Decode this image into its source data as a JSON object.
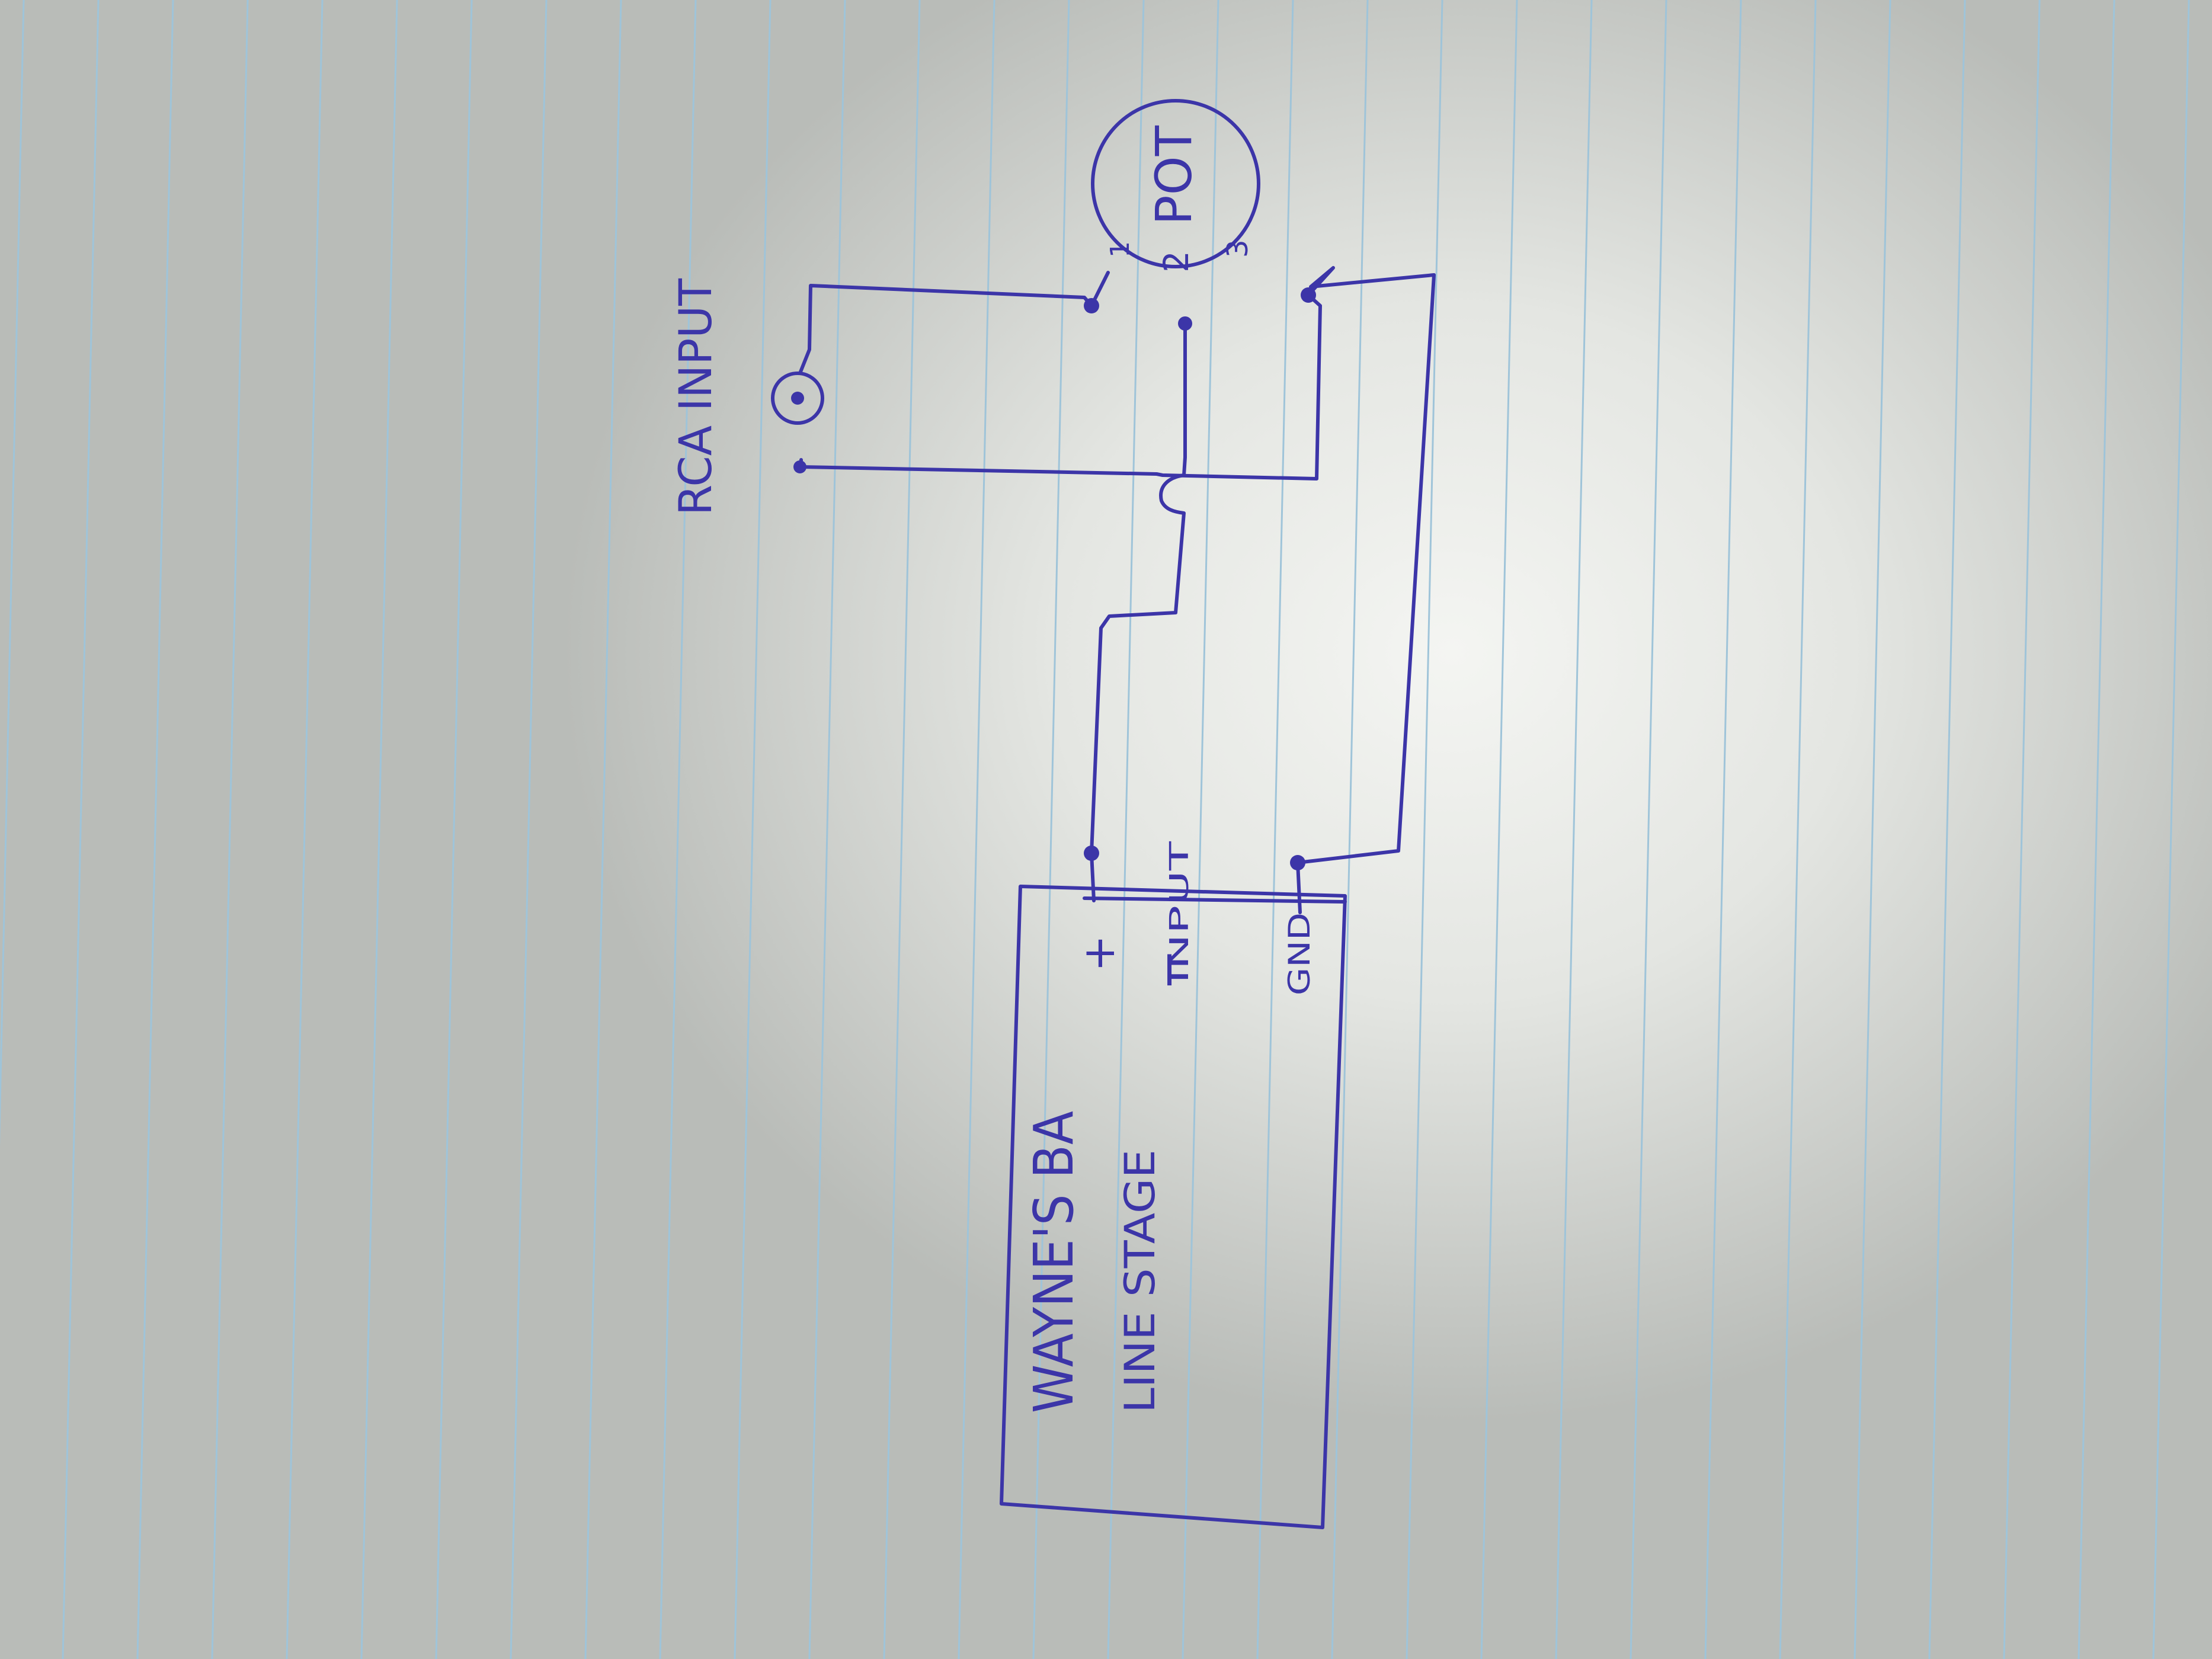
{
  "labels": {
    "rca_input": "RCA INPUT",
    "pot": "POT",
    "pot_pin_1": "1",
    "pot_pin_2": "2",
    "pot_pin_3": "3",
    "plus": "+",
    "minus": "−",
    "input": "INPUT",
    "gnd": "GND",
    "board_line1": "WAYNE'S BA",
    "board_line2": "LINE STAGE"
  },
  "colors": {
    "ink": "#3c35a8",
    "paper": "#eceeea",
    "rule": "#9fc4d9"
  }
}
